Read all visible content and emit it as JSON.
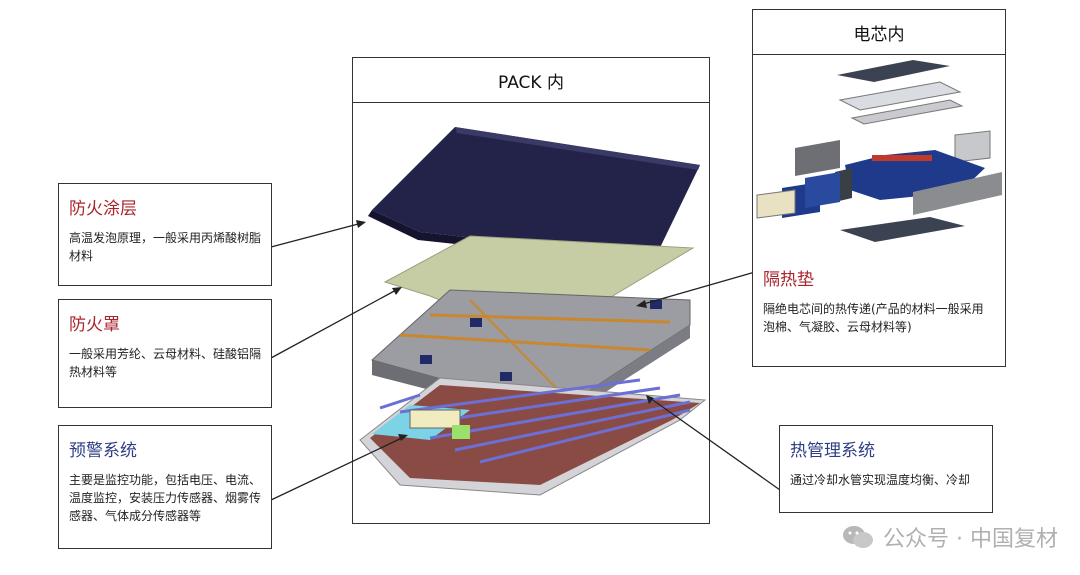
{
  "pack_panel": {
    "title": "PACK 内"
  },
  "cell_panel": {
    "title": "电芯内"
  },
  "callouts": {
    "fire_coating": {
      "title": "防火涂层",
      "text": "高温发泡原理，一般采用丙烯酸树脂材料"
    },
    "fire_cover": {
      "title": "防火罩",
      "text": "一般采用芳纶、云母材料、硅酸铝隔热材料等"
    },
    "warning_system": {
      "title": "预警系统",
      "text": "主要是监控功能，包括电压、电流、温度监控，安装压力传感器、烟雾传感器、气体成分传感器等"
    },
    "insulation_pad": {
      "title": "隔热垫",
      "text": "隔绝电芯间的热传递(产品的材料一般采用泡棉、气凝胶、云母材料等)"
    },
    "thermal_system": {
      "title": "热管理系统",
      "text": "通过冷却水管实现温度均衡、冷却"
    }
  },
  "watermark": {
    "text": "公众号 · 中国复材"
  },
  "colors": {
    "red_title": "#a8252d",
    "blue_title": "#2f3e86",
    "lid": "#2a2a4a",
    "sheet": "#c9cfa6",
    "cooling": "#6b6fd6"
  }
}
